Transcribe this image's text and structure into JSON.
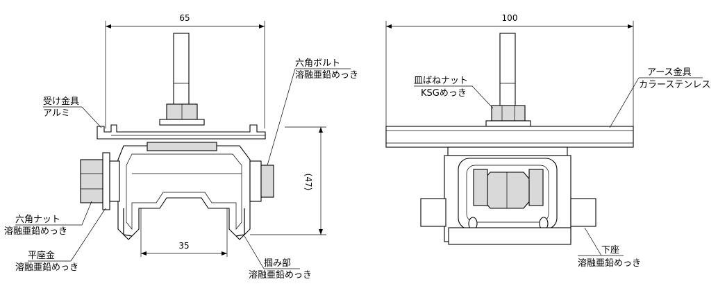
{
  "dimensions": {
    "left_width": "65",
    "right_width": "100",
    "height": "(47)",
    "rail_gap": "35"
  },
  "labels": {
    "hex_bolt": [
      "六角ボルト",
      "溶融亜鉛めっき"
    ],
    "receiver": [
      "受け金具",
      "アルミ"
    ],
    "hex_nut": [
      "六角ナット",
      "溶融亜鉛めっき"
    ],
    "flat_washer": [
      "平座金",
      "溶融亜鉛めっき"
    ],
    "grip": [
      "掴み部",
      "溶融亜鉛めっき"
    ],
    "spring_nut": [
      "皿ばねナット",
      "KSGめっき"
    ],
    "earth_fitting": [
      "アース金具",
      "カラーステンレス"
    ],
    "lower_seat": [
      "下座",
      "溶融亜鉛めっき"
    ]
  }
}
